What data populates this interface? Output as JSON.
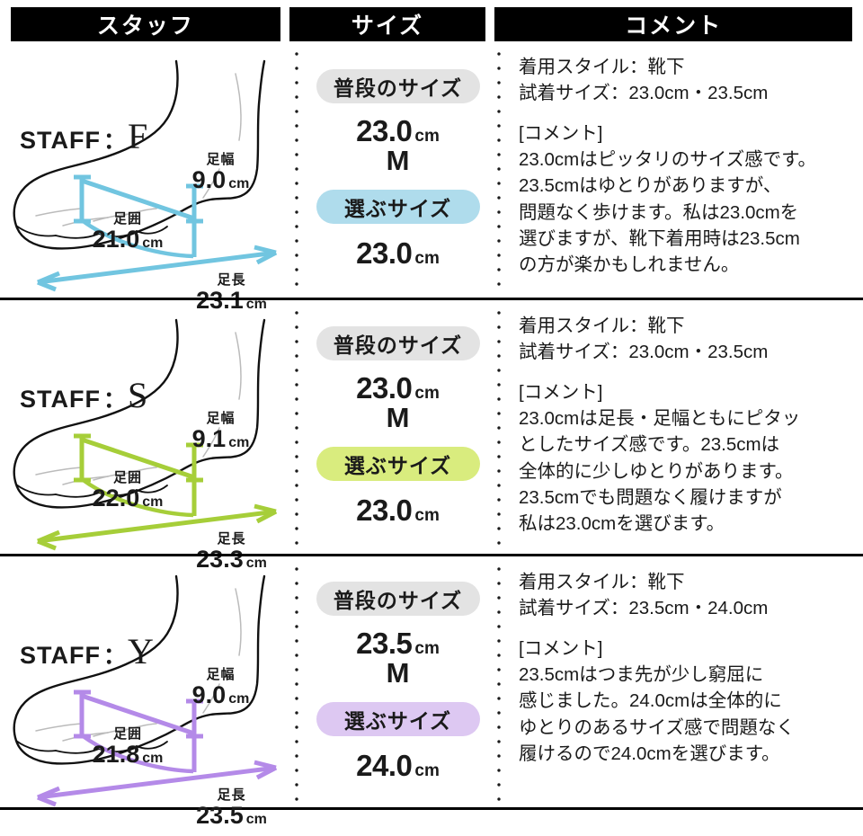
{
  "table": {
    "headers": {
      "staff": "スタッフ",
      "size": "サイズ",
      "comment": "コメント"
    },
    "labels": {
      "staff_word": "STAFF",
      "colon": "：",
      "width_name": "足幅",
      "girth_name": "足囲",
      "length_name": "足長",
      "unit": "cm",
      "usual_size_pill": "普段のサイズ",
      "chosen_size_pill": "選ぶサイズ"
    },
    "rows": [
      {
        "staff_initial": "F",
        "accent_color": "#71c5e0",
        "pill_color": "#afdcec",
        "measurements": {
          "width": "9.0",
          "girth": "21.0",
          "length": "23.1"
        },
        "size": {
          "usual_value": "23.0",
          "usual_unit": "cm",
          "usual_letter": "M",
          "chosen_value": "23.0",
          "chosen_unit": "cm"
        },
        "comment": {
          "style_line": "着用スタイル：靴下",
          "tried_line": "試着サイズ：23.0cm・23.5cm",
          "heading": "[コメント]",
          "body": [
            "23.0cmはピッタリのサイズ感です。",
            "23.5cmはゆとりがありますが、",
            "問題なく歩けます。私は23.0cmを",
            "選びますが、靴下着用時は23.5cm",
            "の方が楽かもしれません。"
          ]
        }
      },
      {
        "staff_initial": "S",
        "accent_color": "#a6ce39",
        "pill_color": "#d9ec7e",
        "measurements": {
          "width": "9.1",
          "girth": "22.0",
          "length": "23.3"
        },
        "size": {
          "usual_value": "23.0",
          "usual_unit": "cm",
          "usual_letter": "M",
          "chosen_value": "23.0",
          "chosen_unit": "cm"
        },
        "comment": {
          "style_line": "着用スタイル：靴下",
          "tried_line": "試着サイズ：23.0cm・23.5cm",
          "heading": "[コメント]",
          "body": [
            "23.0cmは足長・足幅ともにピタッ",
            "としたサイズ感です。23.5cmは",
            "全体的に少しゆとりがあります。",
            "23.5cmでも問題なく履けますが",
            "私は23.0cmを選びます。"
          ]
        }
      },
      {
        "staff_initial": "Y",
        "accent_color": "#b48ae8",
        "pill_color": "#ddc8f2",
        "measurements": {
          "width": "9.0",
          "girth": "21.8",
          "length": "23.5"
        },
        "size": {
          "usual_value": "23.5",
          "usual_unit": "cm",
          "usual_letter": "M",
          "chosen_value": "24.0",
          "chosen_unit": "cm"
        },
        "comment": {
          "style_line": "着用スタイル：靴下",
          "tried_line": "試着サイズ：23.5cm・24.0cm",
          "heading": "[コメント]",
          "body": [
            "23.5cmはつま先が少し窮屈に",
            "感じました。24.0cmは全体的に",
            "ゆとりのあるサイズ感で問題なく",
            "履けるので24.0cmを選びます。"
          ]
        }
      }
    ]
  }
}
